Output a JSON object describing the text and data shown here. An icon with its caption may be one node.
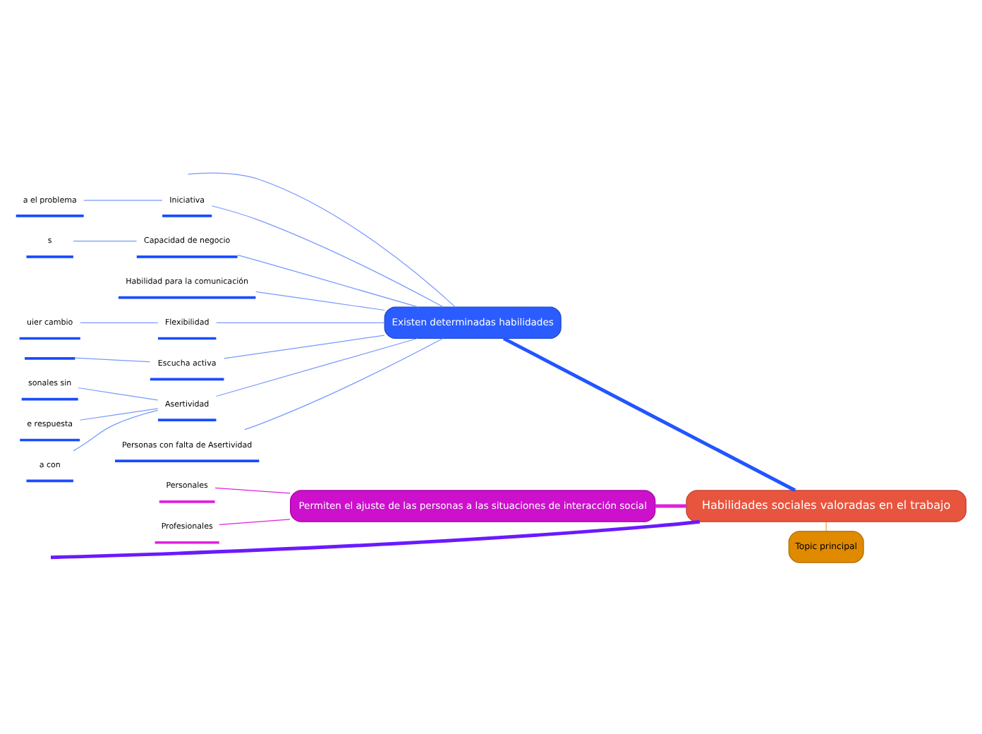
{
  "diagram": {
    "nodes": [
      {
        "text": [
          "Habilidades sociales valoradas en el trabajo"
        ]
      },
      {
        "text": [
          "Topic principal"
        ]
      },
      {
        "text": [
          "Existen determinadas habilidades"
        ]
      },
      {
        "text": [
          "Iniciativa"
        ]
      },
      {
        "text": [
          "a el problema"
        ]
      },
      {
        "text": [
          "Capacidad de negocio"
        ]
      },
      {
        "text": [
          "s"
        ]
      },
      {
        "text": [
          "Habilidad para la comunicación"
        ]
      },
      {
        "text": [
          "Flexibilidad"
        ]
      },
      {
        "text": [
          "uier cambio"
        ]
      },
      {
        "text": [
          "Escucha activa"
        ]
      },
      {
        "text": [],
        "shape": "bar"
      },
      {
        "text": [
          "Asertividad"
        ]
      },
      {
        "text": [
          "sonales sin"
        ]
      },
      {
        "text": [
          "e respuesta"
        ]
      },
      {
        "text": [
          "a con"
        ]
      },
      {
        "text": [
          "Personas con falta de Asertividad"
        ]
      },
      {
        "text": [
          "Permiten el ajuste de las personas a las situaciones de interacción social"
        ]
      },
      {
        "text": [
          "Personales"
        ]
      },
      {
        "text": [
          "Profesionales"
        ]
      }
    ],
    "edges": [
      {
        "from": 0,
        "to": 1,
        "arrow": "none",
        "color": "#f0a030"
      },
      {
        "from": 0,
        "to": 2,
        "arrow": "none",
        "style": "thick",
        "color": "#2255ff"
      },
      {
        "from": 2,
        "to": 3,
        "arrow": "none"
      },
      {
        "from": 3,
        "to": 4,
        "arrow": "none"
      },
      {
        "from": 2,
        "to": 5,
        "arrow": "none"
      },
      {
        "from": 5,
        "to": 6,
        "arrow": "none"
      },
      {
        "from": 2,
        "to": 7,
        "arrow": "none"
      },
      {
        "from": 2,
        "to": 8,
        "arrow": "none"
      },
      {
        "from": 8,
        "to": 9,
        "arrow": "none"
      },
      {
        "from": 2,
        "to": 10,
        "arrow": "none"
      },
      {
        "from": 10,
        "to": 11,
        "arrow": "none"
      },
      {
        "from": 2,
        "to": 12,
        "arrow": "none"
      },
      {
        "from": 12,
        "to": 13,
        "arrow": "none"
      },
      {
        "from": 12,
        "to": 14,
        "arrow": "none"
      },
      {
        "from": 12,
        "to": 15,
        "arrow": "none"
      },
      {
        "from": 2,
        "to": 16,
        "arrow": "none"
      },
      {
        "from": 2,
        "to": null,
        "arrow": "none"
      },
      {
        "from": 0,
        "to": null,
        "arrow": "none",
        "style": "thick",
        "color": "#6a1aff"
      },
      {
        "from": 0,
        "to": 17,
        "arrow": "none",
        "style": "thick",
        "color": "#e020e0"
      },
      {
        "from": 17,
        "to": 18,
        "arrow": "none",
        "color": "#e020e0"
      },
      {
        "from": 17,
        "to": 19,
        "arrow": "none",
        "color": "#e020e0"
      }
    ]
  }
}
